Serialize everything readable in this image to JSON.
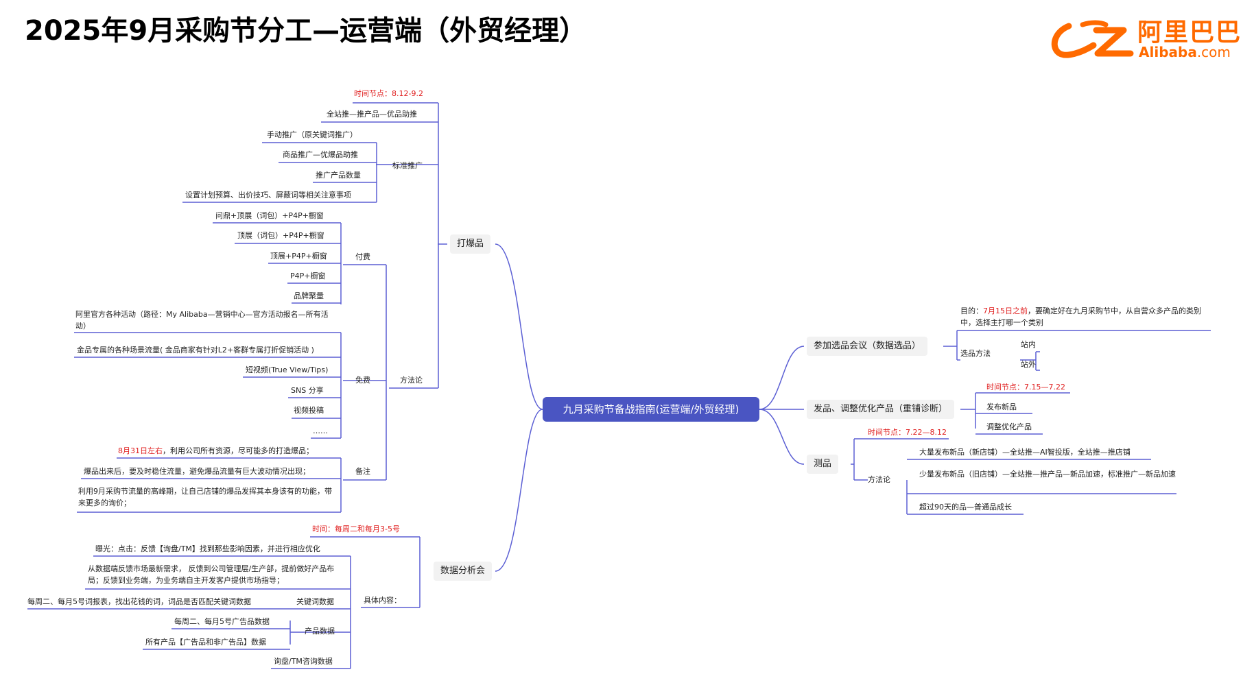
{
  "title": "2025年9月采购节分工—运营端（外贸经理）",
  "logo": {
    "cn": "阿里巴巴",
    "en": "Alibaba",
    "en_suffix": ".com"
  },
  "colors": {
    "root": "#4a55c2",
    "link": "#5b5fd4",
    "accent_red": "#e02020",
    "brand": "#ff6a00"
  },
  "root": "九月采购节备战指南(运营端/外贸经理)",
  "left": {
    "hot": {
      "label": "打爆品",
      "time": {
        "prefix": "时间节点：",
        "value": "8.12-9.2"
      },
      "site_push": "全站推—推产品—优品助推",
      "standard": {
        "label": "标准推广",
        "items": [
          "手动推广（原关键词推广）",
          "商品推广—优爆品助推",
          "推广产品数量",
          "设置计划预算、出价技巧、屏蔽词等相关注意事项"
        ]
      },
      "method": {
        "label": "方法论",
        "paid": {
          "label": "付费",
          "items": [
            "问鼎+顶展（词包）+P4P+橱窗",
            "顶展（词包）+P4P+橱窗",
            "顶展+P4P+橱窗",
            "P4P+橱窗",
            "品牌聚量"
          ]
        },
        "free": {
          "label": "免费",
          "items": [
            "阿里官方各种活动（路径：My Alibaba—营销中心—官方活动报名—所有活动）",
            "金品专属的各种场景流量( 金品商家有针对L2+客群专属打折促销活动 )",
            "短视频(True View/Tips)",
            "SNS 分享",
            "视频投稿",
            "……"
          ]
        },
        "notes": {
          "label": "备注",
          "items": [
            {
              "red": "8月31日左右",
              "text": "，利用公司所有资源，尽可能多的打造爆品；"
            },
            {
              "red": "",
              "text": "爆品出来后，要及时稳住流量，避免爆品流量有巨大波动情况出现；"
            },
            {
              "red": "",
              "text": "利用9月采购节流量的高峰期，让自己店铺的爆品发挥其本身该有的功能，带来更多的询价；"
            }
          ]
        }
      }
    },
    "analysis": {
      "label": "数据分析会",
      "time": "时间：每周二和每月3-5号",
      "detail": {
        "label": "具体内容：",
        "exposure": "曝光：点击：反馈【询盘/TM】找到那些影响因素，并进行相应优化",
        "feedback": "从数据端反馈市场最新需求， 反馈到公司管理层/生产部，提前做好产品布局；反馈到业务端，为业务端自主开发客户提供市场指导；",
        "keyword": {
          "label": "关键词数据",
          "item": "每周二、每月5号词报表，找出花钱的词，词品是否匹配关键词数据"
        },
        "product": {
          "label": "产品数据",
          "items": [
            "每周二、每月5号广告品数据",
            "所有产品【广告品和非广告品】数据"
          ]
        },
        "inquiry": "询盘/TM咨询数据"
      }
    }
  },
  "right": {
    "meeting": {
      "label": "参加选品会议（数据选品）",
      "goal": {
        "prefix": "目的：",
        "red": "7月15日之前",
        "text": "，要确定好在九月采购节中，从自营众多产品的类别中，选择主打哪一个类别"
      },
      "method": {
        "label": "选品方法",
        "items": [
          "站内",
          "站外"
        ]
      }
    },
    "release": {
      "label": "发品、调整优化产品（重铺诊断）",
      "time": "时间节点：7.15—7.22",
      "items": [
        "发布新品",
        "调整优化产品"
      ]
    },
    "test": {
      "label": "测品",
      "time": "时间节点：7.22—8.12",
      "method": {
        "label": "方法论",
        "items": [
          "大量发布新品（新店铺）—全站推—AI智投版，全站推—推店铺",
          "少量发布新品（旧店铺）—全站推—推产品—新品加速，标准推广—新品加速",
          "超过90天的品—普通品成长"
        ]
      }
    }
  }
}
